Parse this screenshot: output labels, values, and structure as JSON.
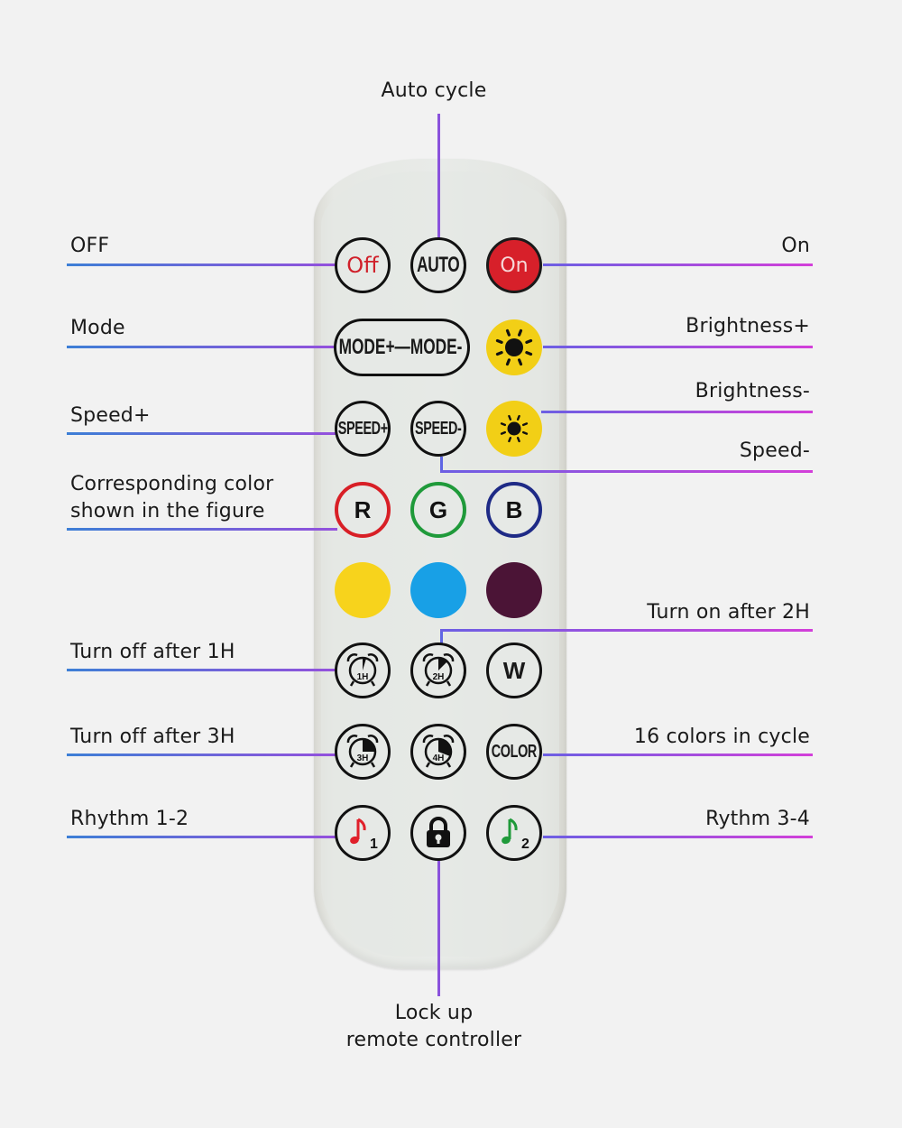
{
  "colors": {
    "background": "#f2f2f2",
    "line_left_start": "#3d7fd6",
    "line_left_end": "#9450dc",
    "line_right_start": "#6c5fe3",
    "line_right_end": "#d33fd9",
    "remote_body": "#e6e9e6"
  },
  "callouts": {
    "auto_cycle": "Auto cycle",
    "off": "OFF",
    "on": "On",
    "mode": "Mode",
    "brightness_up": "Brightness+",
    "brightness_down": "Brightness-",
    "speed_up": "Speed+",
    "speed_down": "Speed-",
    "corresponding_color_line1": "Corresponding color",
    "corresponding_color_line2": "shown in the figure",
    "turn_on_2h": "Turn on after 2H",
    "turn_off_1h": "Turn off after 1H",
    "turn_off_3h": "Turn off after 3H",
    "colors_cycle": "16 colors in cycle",
    "rhythm_12": "Rhythm 1-2",
    "rhythm_34": "Rythm 3-4",
    "lock_line1": "Lock up",
    "lock_line2": "remote controller"
  },
  "remote": {
    "buttons": {
      "off": "Off",
      "auto": "AUTO",
      "on": "On",
      "mode": "MODE+—MODE-",
      "speed_up": "SPEED+",
      "speed_down": "SPEED-",
      "r": "R",
      "g": "G",
      "b": "B",
      "w": "W",
      "color": "COLOR",
      "timer1": "1H",
      "timer2": "2H",
      "timer3": "3H",
      "timer4": "4H",
      "rhythm1_num": "1",
      "rhythm2_num": "2"
    },
    "swatches": {
      "yellow": "#f7d31c",
      "sky_blue": "#18a0e6",
      "purple": "#4b1436"
    },
    "icons": {
      "brightness_up": "sun-large-icon",
      "brightness_down": "sun-small-icon",
      "timers": "alarm-clock-icon",
      "rhythm": "music-note-icon",
      "lock": "padlock-icon"
    }
  }
}
